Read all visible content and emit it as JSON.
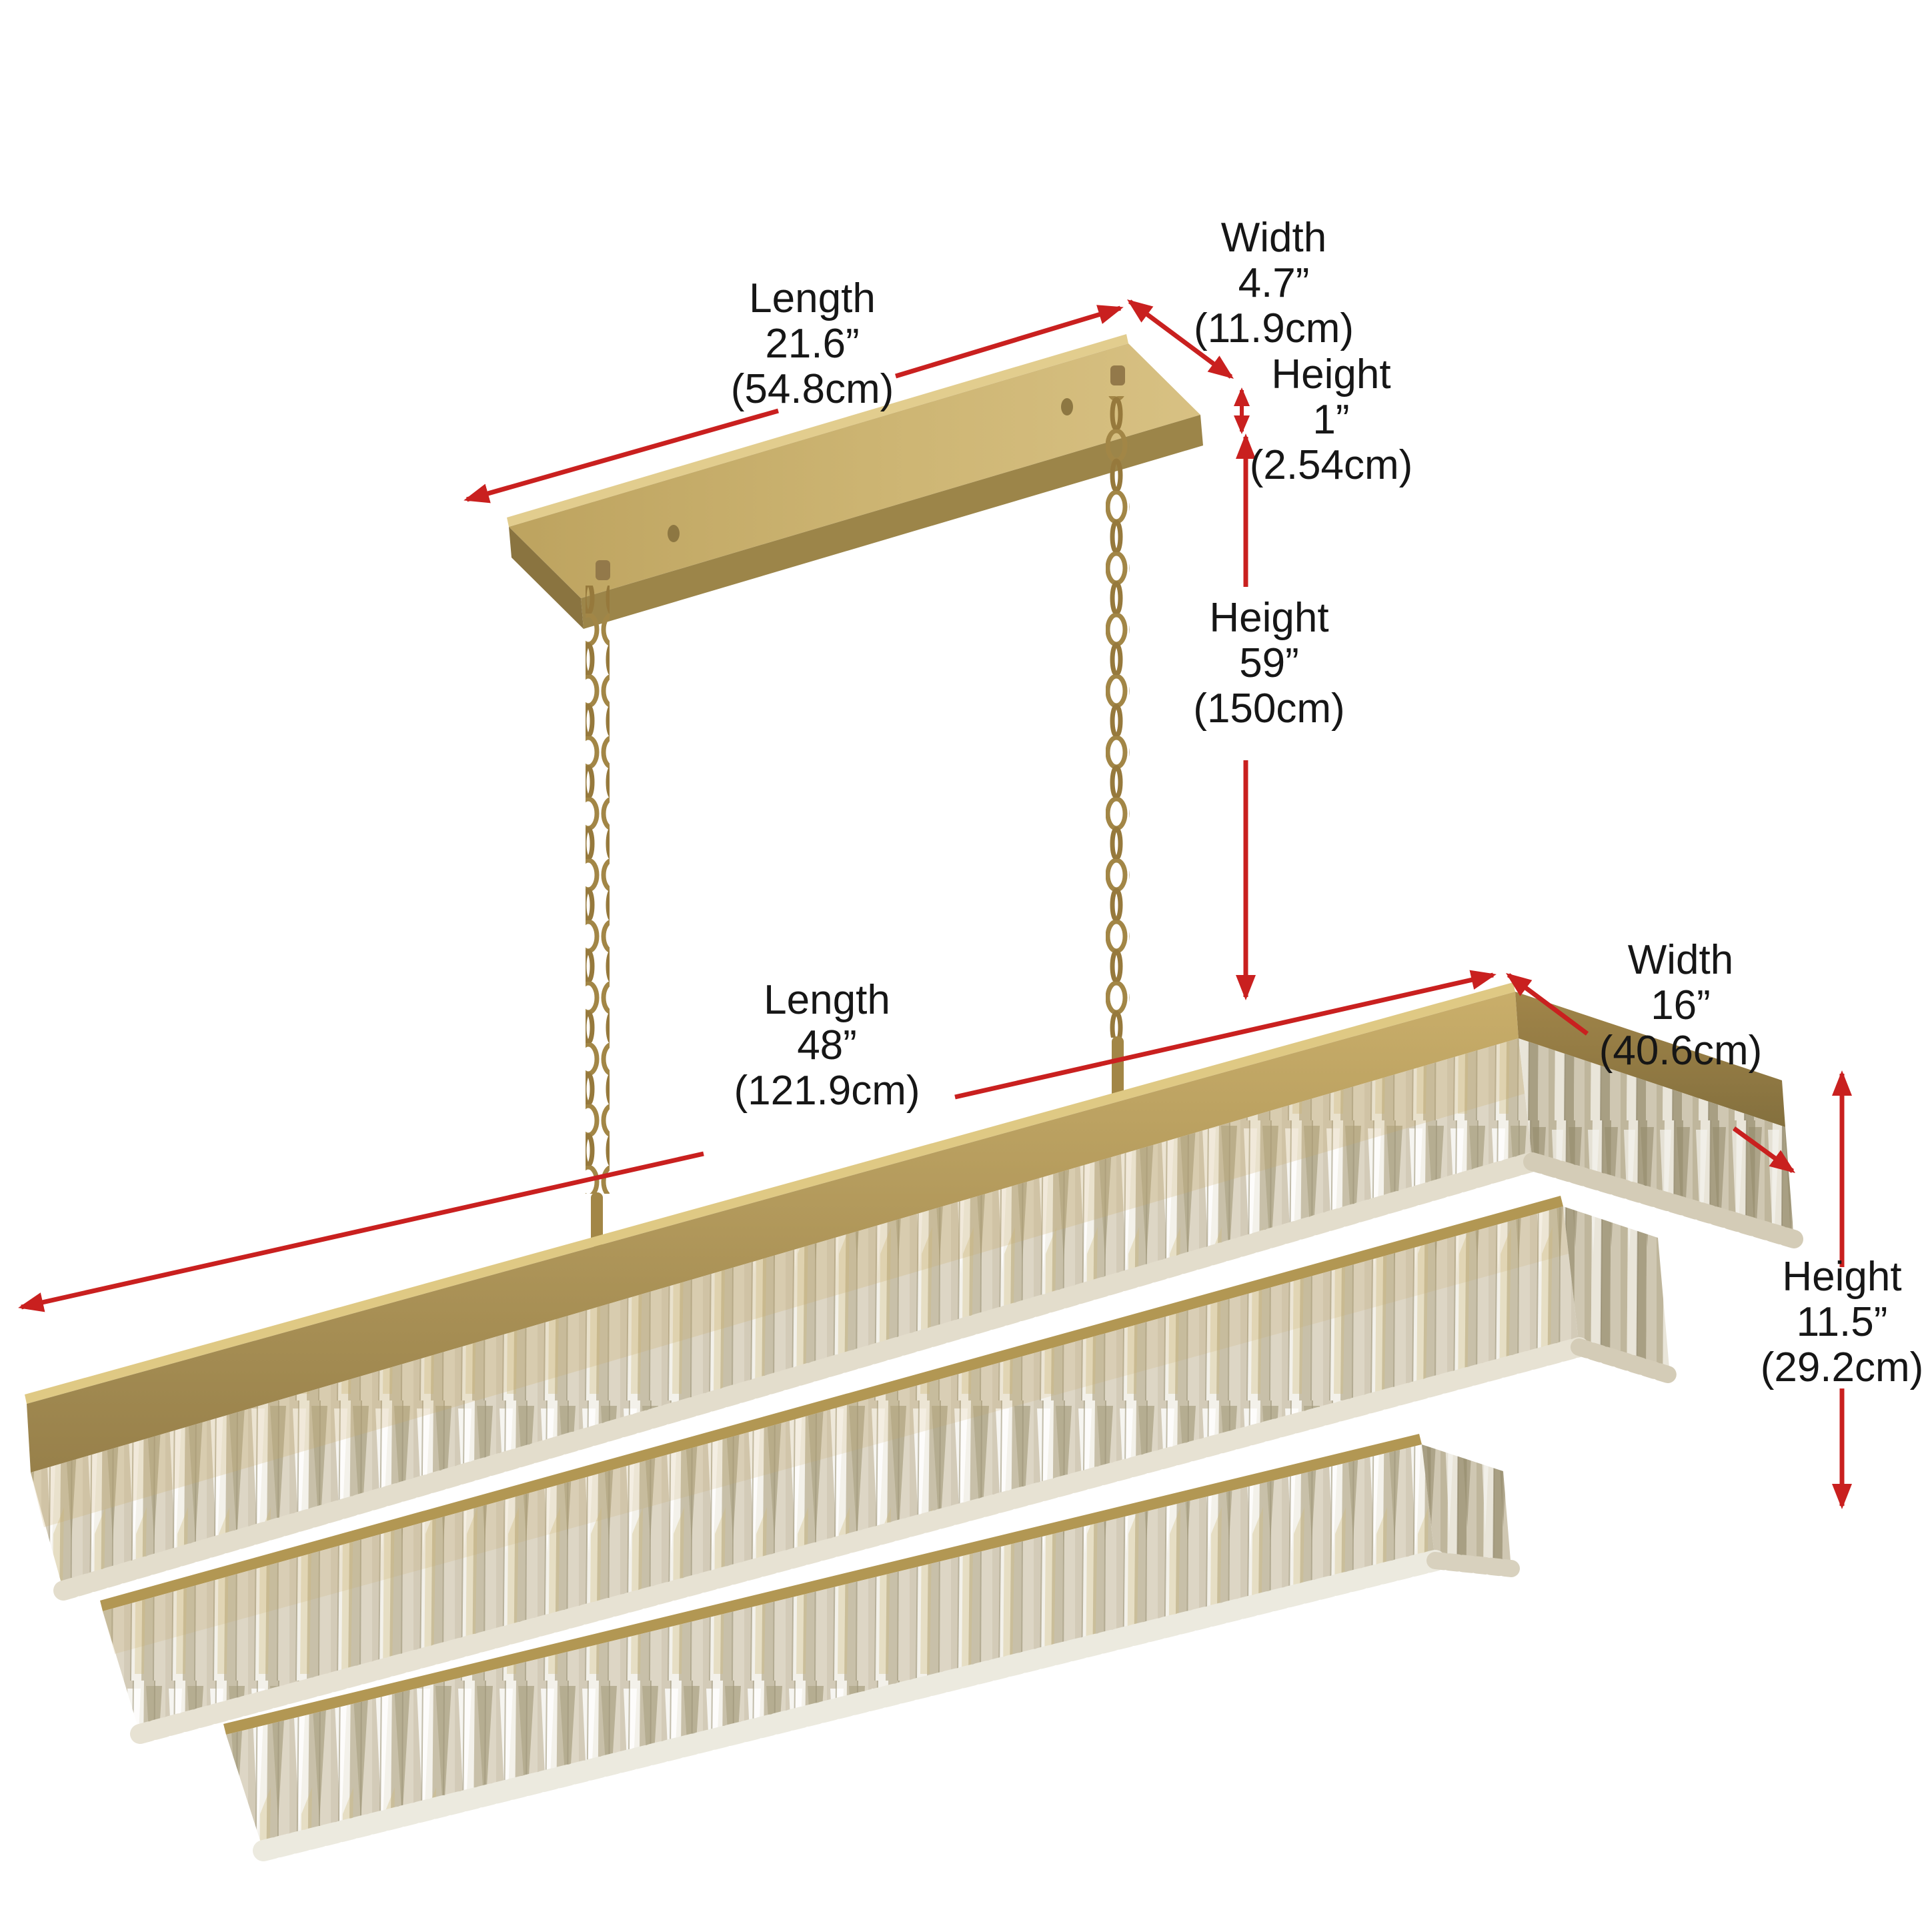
{
  "figure": {
    "kind": "product-dimension-diagram",
    "subject": "Three-tier rectangular crystal chandelier with rectangular ceiling canopy and two hanging chains",
    "background": "#ffffff"
  },
  "colors": {
    "annotation_red": "#c9201f",
    "text_black": "#161616",
    "brass_light": "#e2cd8e",
    "brass_mid": "#c8af6c",
    "brass_dark": "#9c8549",
    "crystal_light": "#eae6d9",
    "crystal_dark": "#c8c0a9"
  },
  "labels": [
    {
      "id": "canopy-length",
      "lines": [
        "Length",
        "21.6”",
        "(54.8cm)"
      ]
    },
    {
      "id": "canopy-width",
      "lines": [
        "Width",
        "4.7”",
        "(11.9cm)"
      ]
    },
    {
      "id": "canopy-height",
      "lines": [
        "Height",
        "1”",
        "(2.54cm)"
      ]
    },
    {
      "id": "suspension-height",
      "lines": [
        "Height",
        "59”",
        "(150cm)"
      ]
    },
    {
      "id": "fixture-length",
      "lines": [
        "Length",
        "48”",
        "(121.9cm)"
      ]
    },
    {
      "id": "fixture-width",
      "lines": [
        "Width",
        "16”",
        "(40.6cm)"
      ]
    },
    {
      "id": "fixture-height",
      "lines": [
        "Height",
        "11.5”",
        "(29.2cm)"
      ]
    }
  ],
  "measurements": {
    "canopy": {
      "length_in": "21.6”",
      "length_cm": "54.8cm",
      "width_in": "4.7”",
      "width_cm": "11.9cm",
      "height_in": "1”",
      "height_cm": "2.54cm"
    },
    "suspension": {
      "height_in": "59”",
      "height_cm": "150cm"
    },
    "fixture": {
      "length_in": "48”",
      "length_cm": "121.9cm",
      "width_in": "16”",
      "width_cm": "40.6cm",
      "height_in": "11.5”",
      "height_cm": "29.2cm"
    }
  }
}
